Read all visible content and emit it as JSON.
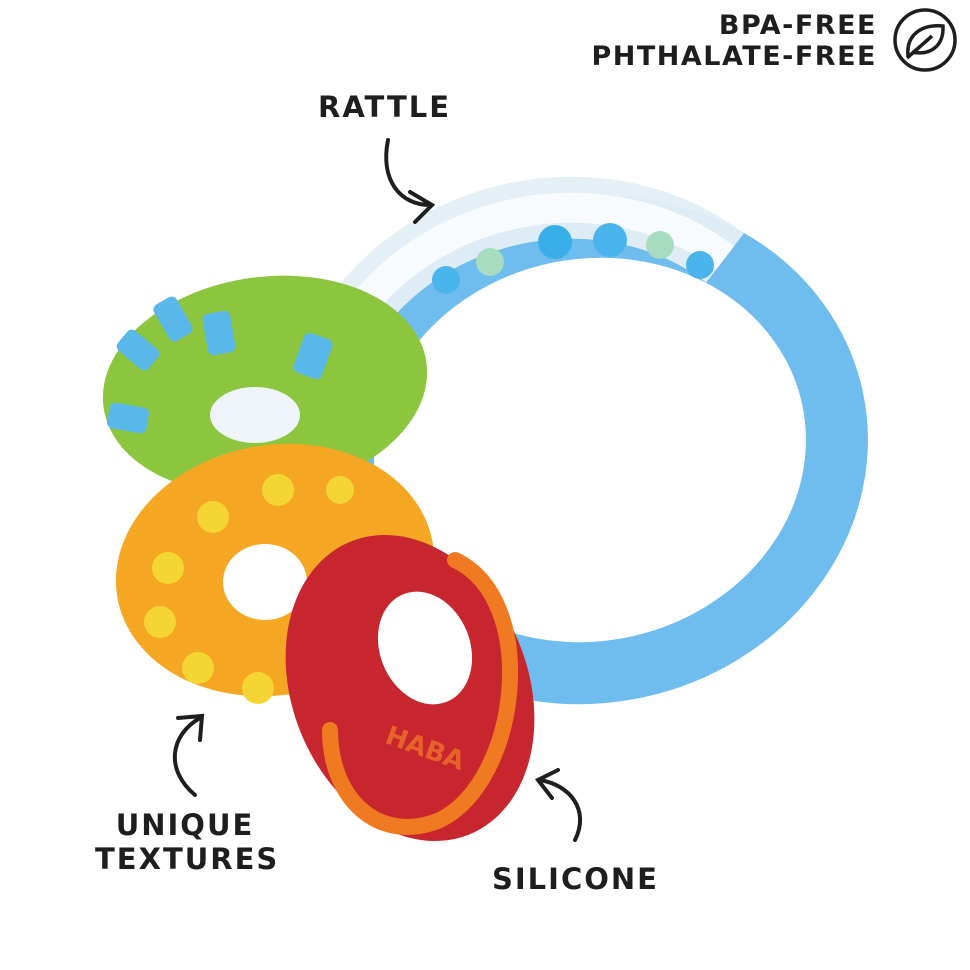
{
  "badge": {
    "line1": "BPA-FREE",
    "line2": "PHTHALATE-FREE",
    "icon": "leaf-icon"
  },
  "labels": {
    "rattle": "RATTLE",
    "textures_line1": "UNIQUE",
    "textures_line2": "TEXTURES",
    "silicone": "SILICONE"
  },
  "product": {
    "brand_mark": "HABA"
  },
  "colors": {
    "ring_blue": "#7ec3ee",
    "green": "#8cc63f",
    "orange": "#f5a623",
    "red": "#c8262e",
    "bead_blue": "#4ab4ec"
  }
}
